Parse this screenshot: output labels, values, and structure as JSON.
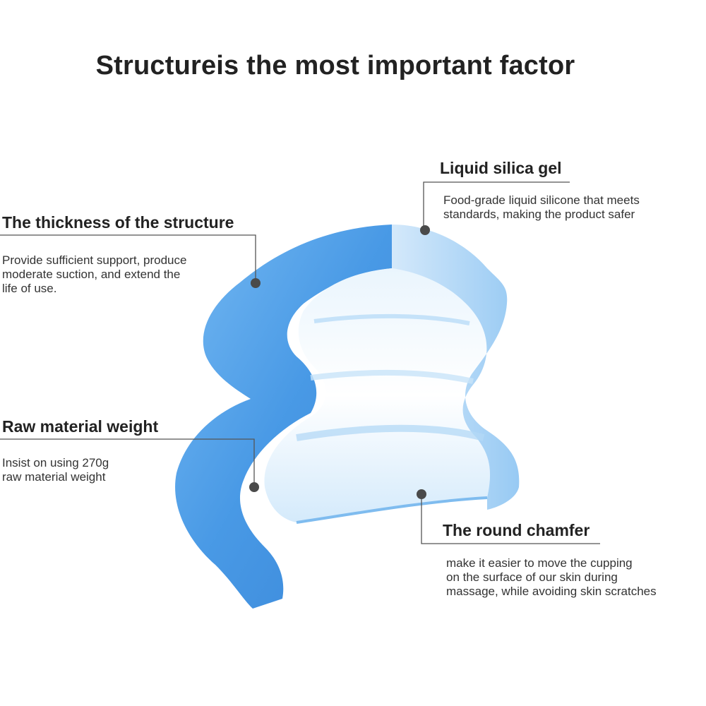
{
  "title": "Structureis the most important factor",
  "callouts": {
    "thickness": {
      "heading": "The thickness of the structure",
      "lines": [
        "Provide sufficient support, produce",
        "moderate suction, and extend the",
        "life of use."
      ]
    },
    "silica": {
      "heading": "Liquid silica gel",
      "lines": [
        "Food-grade liquid silicone that meets",
        "standards, making the product safer"
      ]
    },
    "weight": {
      "heading": "Raw material weight",
      "lines": [
        "Insist on using 270g",
        "raw material weight"
      ]
    },
    "chamfer": {
      "heading": "The round chamfer",
      "lines": [
        "make it easier to move the cupping",
        "on the surface of our skin during",
        "massage, while avoiding skin scratches"
      ]
    }
  },
  "colors": {
    "silicone": "#4a9ee8",
    "silicone_light": "#cde7fb",
    "leader": "#555555",
    "dot": "#4a4a4a"
  }
}
